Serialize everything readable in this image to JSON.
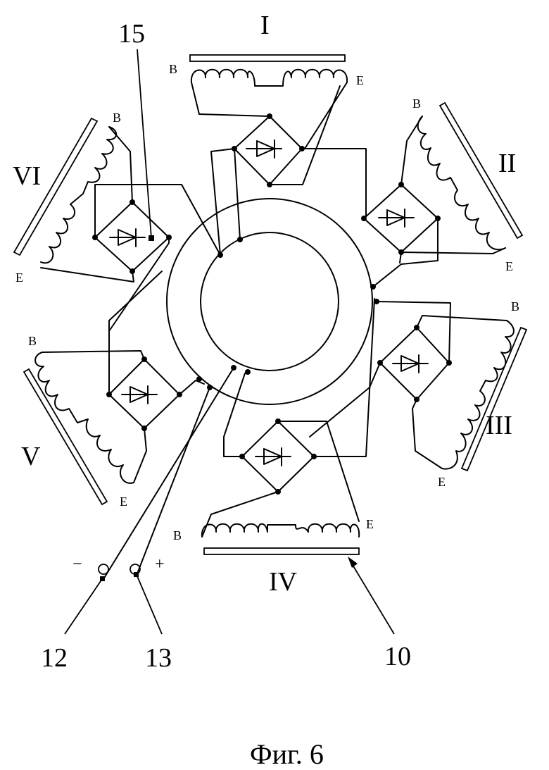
{
  "figure": {
    "caption": "Фиг. 6",
    "ref_numbers": {
      "n15": "15",
      "n12": "12",
      "n13": "13",
      "n10": "10"
    },
    "terminals": {
      "minus": "−",
      "plus": "+"
    },
    "modules": [
      {
        "id": "I",
        "roman": "I",
        "begin": "B",
        "end": "E"
      },
      {
        "id": "II",
        "roman": "II",
        "begin": "B",
        "end": "E"
      },
      {
        "id": "III",
        "roman": "III",
        "begin": "B",
        "end": "E"
      },
      {
        "id": "IV",
        "roman": "IV",
        "begin": "B",
        "end": "E"
      },
      {
        "id": "V",
        "roman": "V",
        "begin": "B",
        "end": "E"
      },
      {
        "id": "VI",
        "roman": "VI",
        "begin": "B",
        "end": "E"
      }
    ]
  }
}
